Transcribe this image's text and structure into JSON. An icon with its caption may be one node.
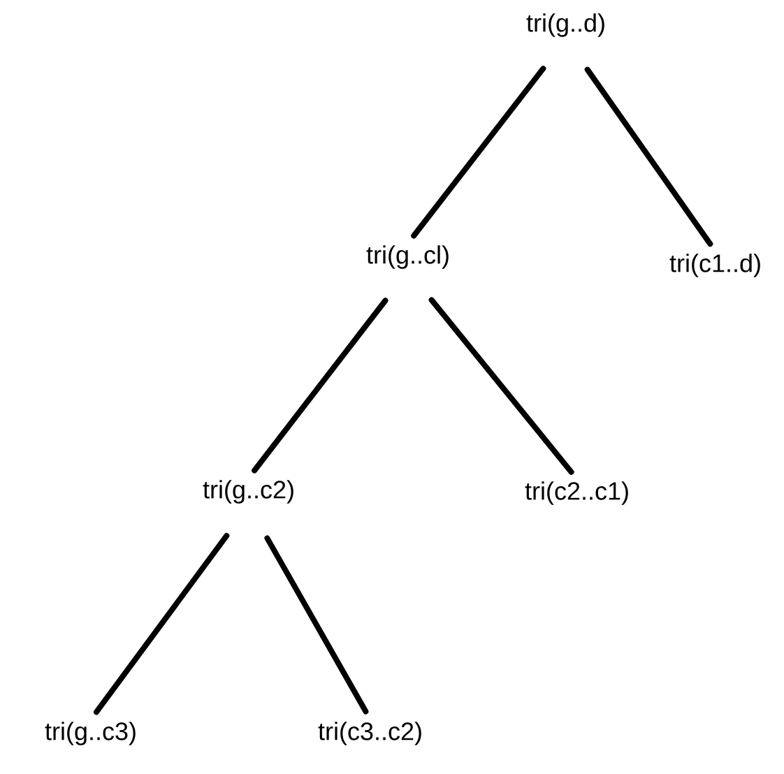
{
  "diagram": {
    "nodes": [
      {
        "text": [
          "tri(g..d)"
        ]
      },
      {
        "text": [
          "tri(g..cl)"
        ]
      },
      {
        "text": [
          "tri(c1..d)"
        ]
      },
      {
        "text": [
          "tri(g..c2)"
        ]
      },
      {
        "text": [
          "tri(c2..c1)"
        ]
      },
      {
        "text": [
          "tri(g..c3)"
        ]
      },
      {
        "text": [
          "tri(c3..c2)"
        ]
      }
    ],
    "edges": [
      {
        "from": 0,
        "to": 1,
        "arrow": "none"
      },
      {
        "from": 0,
        "to": 2,
        "arrow": "none"
      },
      {
        "from": 1,
        "to": 3,
        "arrow": "none"
      },
      {
        "from": 1,
        "to": 4,
        "arrow": "none"
      },
      {
        "from": 3,
        "to": 5,
        "arrow": "none"
      },
      {
        "from": 3,
        "to": 6,
        "arrow": "none"
      }
    ]
  }
}
